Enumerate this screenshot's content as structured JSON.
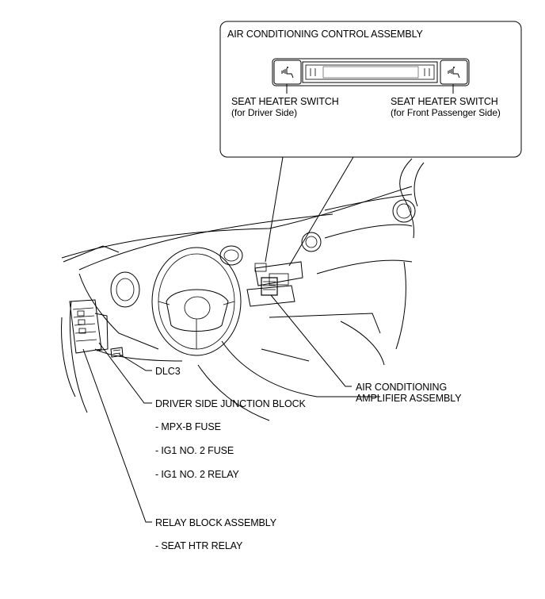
{
  "inset": {
    "title": "AIR CONDITIONING CONTROL ASSEMBLY",
    "driver_switch_title": "SEAT HEATER SWITCH",
    "driver_switch_sub": "(for Driver Side)",
    "passenger_switch_title": "SEAT HEATER SWITCH",
    "passenger_switch_sub": "(for Front Passenger Side)"
  },
  "labels": {
    "dlc3": "DLC3",
    "driver_jb": "DRIVER SIDE JUNCTION BLOCK",
    "driver_jb_items": [
      "- MPX-B FUSE",
      "- IG1 NO. 2 FUSE",
      "- IG1 NO. 2 RELAY"
    ],
    "relay_block": "RELAY BLOCK ASSEMBLY",
    "relay_block_items": [
      "- SEAT HTR RELAY"
    ],
    "ac_amp_line1": "AIR CONDITIONING",
    "ac_amp_line2": "AMPLIFIER ASSEMBLY"
  },
  "icons": {
    "seat_heater": "seat-heater-icon"
  }
}
